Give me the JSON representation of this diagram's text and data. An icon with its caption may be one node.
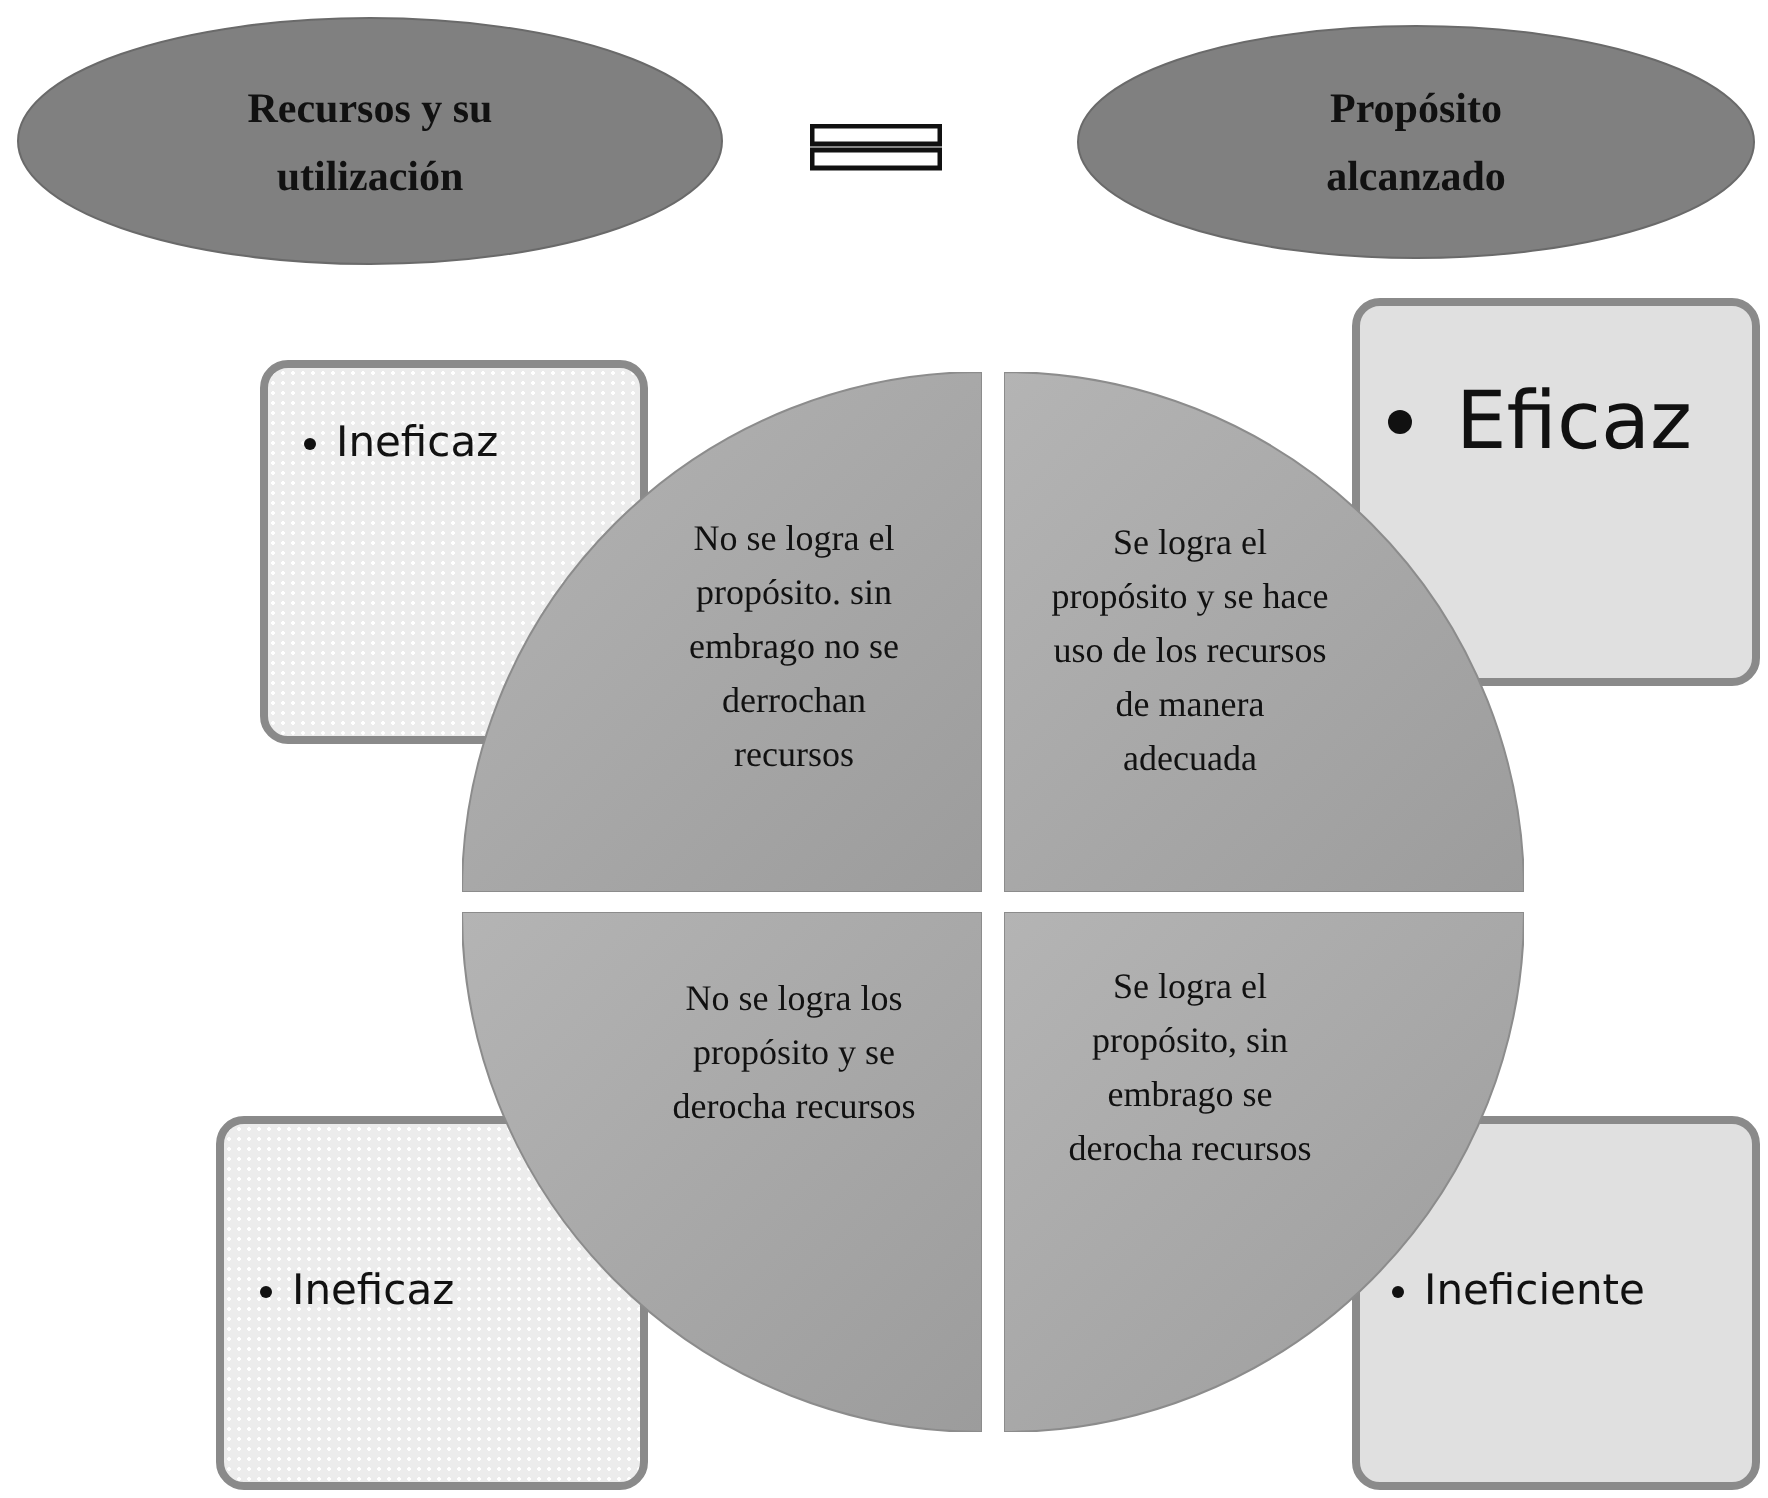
{
  "diagram": {
    "nodes": [
      {
        "text": [
          "Recursos y su utilización"
        ]
      },
      {
        "text": [
          "Propósito alcanzado"
        ]
      },
      {
        "text": [
          "Ineficaz"
        ]
      },
      {
        "text": [
          "Eficaz"
        ]
      },
      {
        "text": [
          "Ineficaz"
        ]
      },
      {
        "text": [
          "Ineficiente"
        ]
      },
      {
        "text": [
          "No se logra el propósito. sin embrago no se derrochan recursos"
        ]
      },
      {
        "text": [
          "Se logra el propósito y se hace uso de los recursos de manera adecuada"
        ]
      },
      {
        "text": [
          "No se logra los propósito y se derocha recursos"
        ]
      },
      {
        "text": [
          "Se logra el propósito, sin embrago se derocha recursos"
        ]
      }
    ]
  }
}
